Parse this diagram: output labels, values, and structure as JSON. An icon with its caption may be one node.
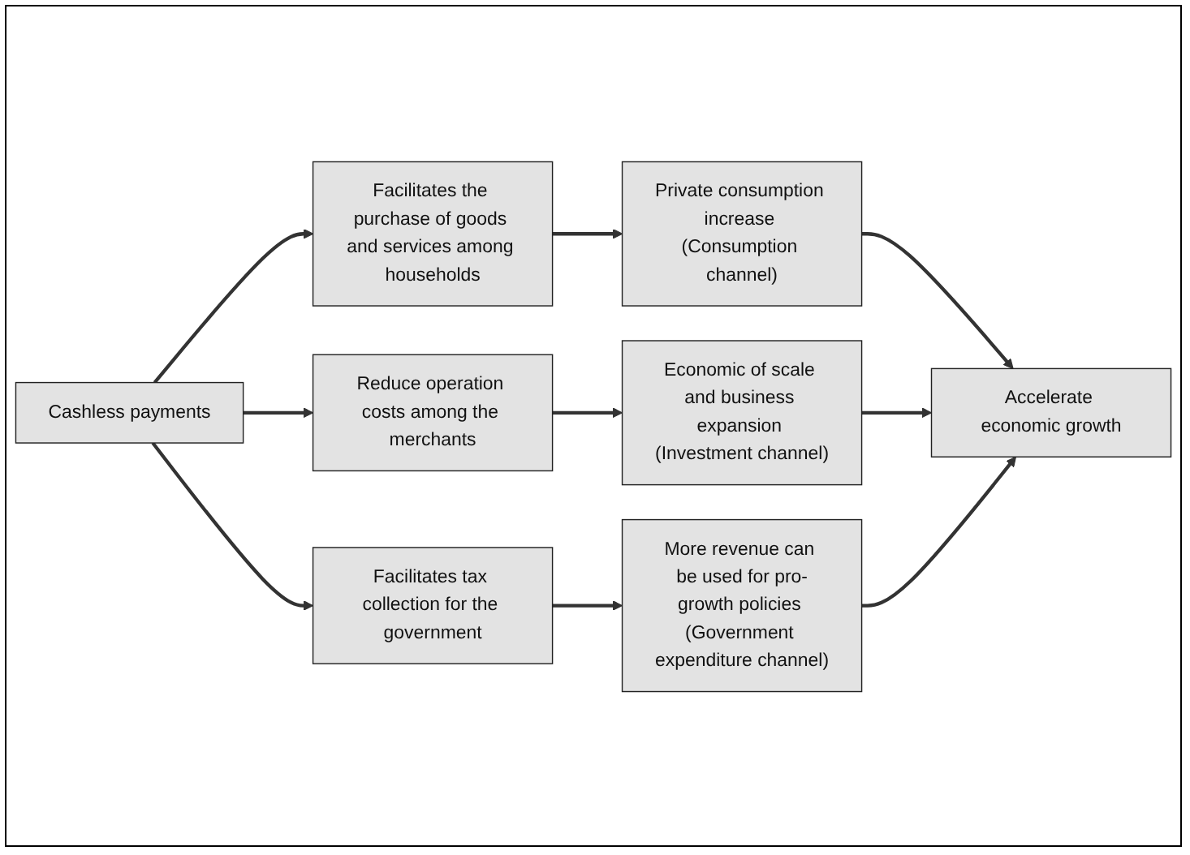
{
  "diagram": {
    "nodes": [
      {
        "text": [
          "Cashless payments"
        ]
      },
      {
        "text": [
          "Facilitates the purchase of goods and services among households"
        ]
      },
      {
        "text": [
          "Reduce operation costs among the merchants"
        ]
      },
      {
        "text": [
          "Facilitates tax collection for the government"
        ]
      },
      {
        "text": [
          "Private consumption increase (Consumption channel)"
        ]
      },
      {
        "text": [
          "Economic of scale and business expansion (Investment channel)"
        ]
      },
      {
        "text": [
          "More revenue can be used for pro-growth policies (Government expenditure channel)"
        ]
      },
      {
        "text": [
          "Accelerate economic growth"
        ]
      }
    ],
    "edges": [
      {
        "from": 0,
        "to": 1,
        "arrow": "to"
      },
      {
        "from": 0,
        "to": 2,
        "arrow": "to"
      },
      {
        "from": 0,
        "to": 3,
        "arrow": "to"
      },
      {
        "from": 1,
        "to": 4,
        "arrow": "to"
      },
      {
        "from": 2,
        "to": 5,
        "arrow": "to"
      },
      {
        "from": 3,
        "to": 6,
        "arrow": "to"
      },
      {
        "from": 4,
        "to": 7,
        "arrow": "to"
      },
      {
        "from": 5,
        "to": 7,
        "arrow": "to"
      },
      {
        "from": 6,
        "to": 7,
        "arrow": "to"
      }
    ]
  }
}
